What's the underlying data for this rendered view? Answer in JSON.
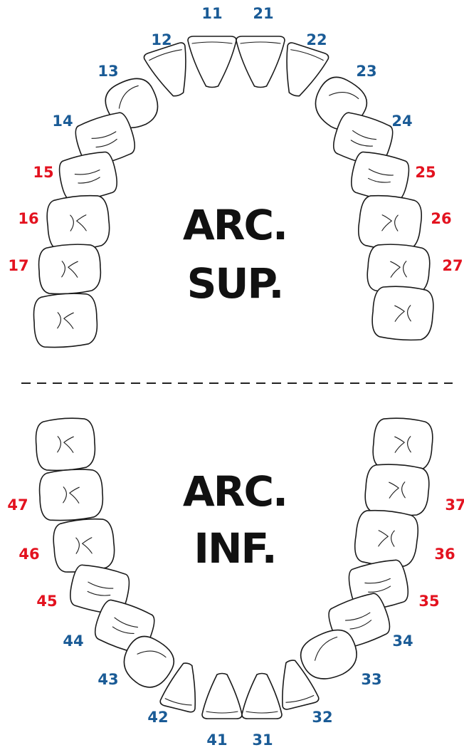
{
  "colors": {
    "blue": "#1a5b96",
    "red": "#e3121f",
    "outline": "#1a1a1a",
    "text": "#111111"
  },
  "upper": {
    "title_line1": "ARC.",
    "title_line2": "SUP.",
    "teeth": [
      {
        "label": "11",
        "kind": "incisor",
        "color": "blue"
      },
      {
        "label": "12",
        "kind": "incisor",
        "color": "blue"
      },
      {
        "label": "13",
        "kind": "canine",
        "color": "blue"
      },
      {
        "label": "14",
        "kind": "premolar",
        "color": "blue"
      },
      {
        "label": "15",
        "kind": "premolar",
        "color": "red"
      },
      {
        "label": "16",
        "kind": "molar",
        "color": "red"
      },
      {
        "label": "17",
        "kind": "molar",
        "color": "red"
      },
      {
        "label": "",
        "kind": "molar",
        "color": "red"
      },
      {
        "label": "21",
        "kind": "incisor",
        "color": "blue"
      },
      {
        "label": "22",
        "kind": "incisor",
        "color": "blue"
      },
      {
        "label": "23",
        "kind": "canine",
        "color": "blue"
      },
      {
        "label": "24",
        "kind": "premolar",
        "color": "blue"
      },
      {
        "label": "25",
        "kind": "premolar",
        "color": "red"
      },
      {
        "label": "26",
        "kind": "molar",
        "color": "red"
      },
      {
        "label": "27",
        "kind": "molar",
        "color": "red"
      },
      {
        "label": "",
        "kind": "molar",
        "color": "red"
      }
    ]
  },
  "lower": {
    "title_line1": "ARC.",
    "title_line2": "INF.",
    "teeth": [
      {
        "label": "",
        "kind": "molar",
        "color": "red"
      },
      {
        "label": "47",
        "kind": "molar",
        "color": "red"
      },
      {
        "label": "46",
        "kind": "molar",
        "color": "red"
      },
      {
        "label": "45",
        "kind": "premolar",
        "color": "red"
      },
      {
        "label": "44",
        "kind": "premolar",
        "color": "blue"
      },
      {
        "label": "43",
        "kind": "canine",
        "color": "blue"
      },
      {
        "label": "42",
        "kind": "incisor",
        "color": "blue"
      },
      {
        "label": "41",
        "kind": "incisor",
        "color": "blue"
      },
      {
        "label": "",
        "kind": "molar",
        "color": "red"
      },
      {
        "label": "37",
        "kind": "molar",
        "color": "red"
      },
      {
        "label": "36",
        "kind": "molar",
        "color": "red"
      },
      {
        "label": "35",
        "kind": "premolar",
        "color": "red"
      },
      {
        "label": "34",
        "kind": "premolar",
        "color": "blue"
      },
      {
        "label": "33",
        "kind": "canine",
        "color": "blue"
      },
      {
        "label": "32",
        "kind": "incisor",
        "color": "blue"
      },
      {
        "label": "31",
        "kind": "incisor",
        "color": "blue"
      }
    ]
  }
}
